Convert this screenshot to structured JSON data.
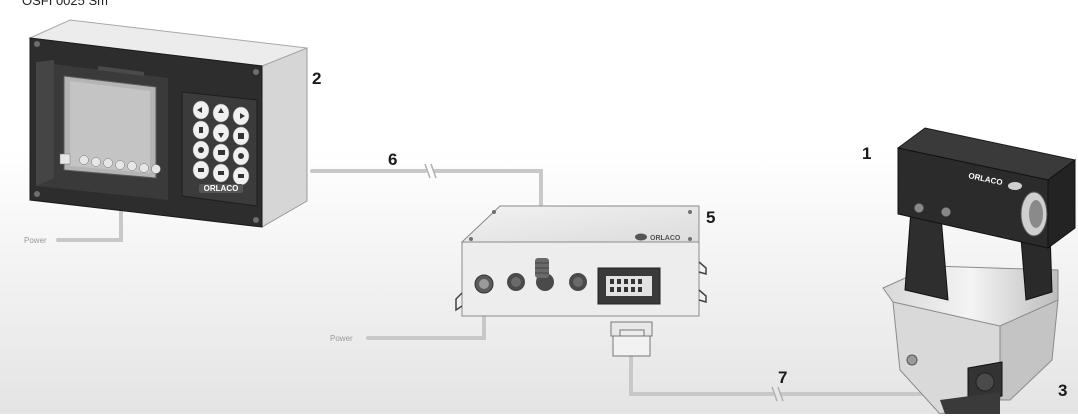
{
  "diagram": {
    "title_fragment": "OSFI 0025 Sm",
    "callouts": {
      "camera": "1",
      "monitor": "2",
      "camera_connector": "3",
      "control_box": "5",
      "cable_monitor": "6",
      "cable_camera": "7"
    },
    "power_labels": {
      "monitor": "Power",
      "control_box": "Power"
    },
    "brand": "ORLACO",
    "brand_camera": "ORLACO"
  },
  "colors": {
    "device_dark": "#2b2b2b",
    "device_light": "#e6e6e6",
    "cable": "#c8c8c8"
  }
}
